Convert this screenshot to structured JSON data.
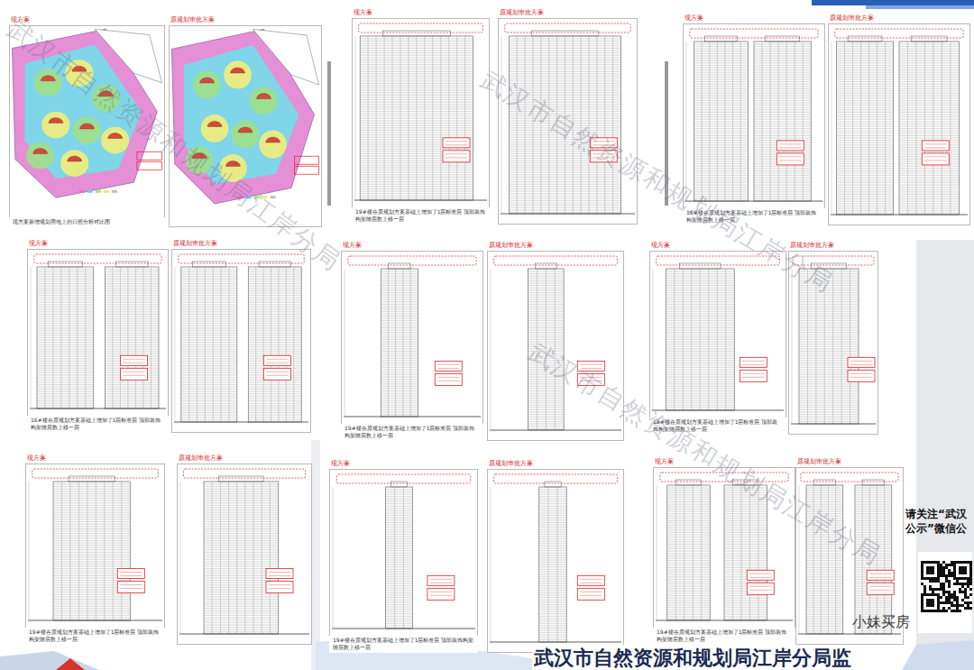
{
  "diagram": {
    "nodes": [
      {
        "text": [
          "现方案",
          "现方案新增规划用地上的日照分析对比图"
        ]
      },
      {
        "text": [
          "原规划审批方案"
        ]
      },
      {
        "text": [
          "现方案",
          "19#楼在原规划方案基础上增加了1层标准层 顶部装饰构架随层数上移一层"
        ]
      },
      {
        "text": [
          "原规划审批方案"
        ]
      },
      {
        "text": [
          "现方案",
          "16#楼在原规划方案基础上增加了1层标准层 顶部装饰构架随层数上移一层"
        ]
      },
      {
        "text": [
          "原规划审批方案"
        ]
      },
      {
        "text": [
          "现方案",
          "16#楼在原规划方案基础上增加了1层标准层 顶部装饰构架随层数上移一层"
        ]
      },
      {
        "text": [
          "原规划审批方案"
        ]
      },
      {
        "text": [
          "现方案",
          "19#楼在原规划方案基础上增加了1层标准层 顶部装饰构架随层数上移一层"
        ]
      },
      {
        "text": [
          "原规划审批方案"
        ]
      },
      {
        "text": [
          "现方案",
          "18#楼在原规划方案基础上增加了1层标准层 顶部装饰构架随层数上移一层"
        ]
      },
      {
        "text": [
          "原规划审批方案"
        ]
      },
      {
        "text": [
          "现方案",
          "19#楼在原规划方案基础上增加了1层标准层 顶部装饰构架随层数上移一层"
        ]
      },
      {
        "text": [
          "原规划审批方案"
        ]
      },
      {
        "text": [
          "现方案",
          "19#楼在原规划方案基础上增加了1层标准层 顶部装饰构架随层数上移一层"
        ]
      },
      {
        "text": [
          "原规划审批方案"
        ]
      },
      {
        "text": [
          "现方案",
          "19#楼在原规划方案基础上增加了1层标准层 顶部装饰构架随层数上移一层"
        ]
      },
      {
        "text": [
          "原规划审批方案"
        ]
      }
    ],
    "labels": [
      "武汉市自然资源和规划局江岸分局",
      "武汉市自然资源和规划局江岸分局",
      "武汉市自然资源和规划局江岸分局",
      "武汉市自然资源和规划局江岸分局监",
      "请关注“武汉",
      "公示”微信公",
      "小妹买房"
    ]
  }
}
